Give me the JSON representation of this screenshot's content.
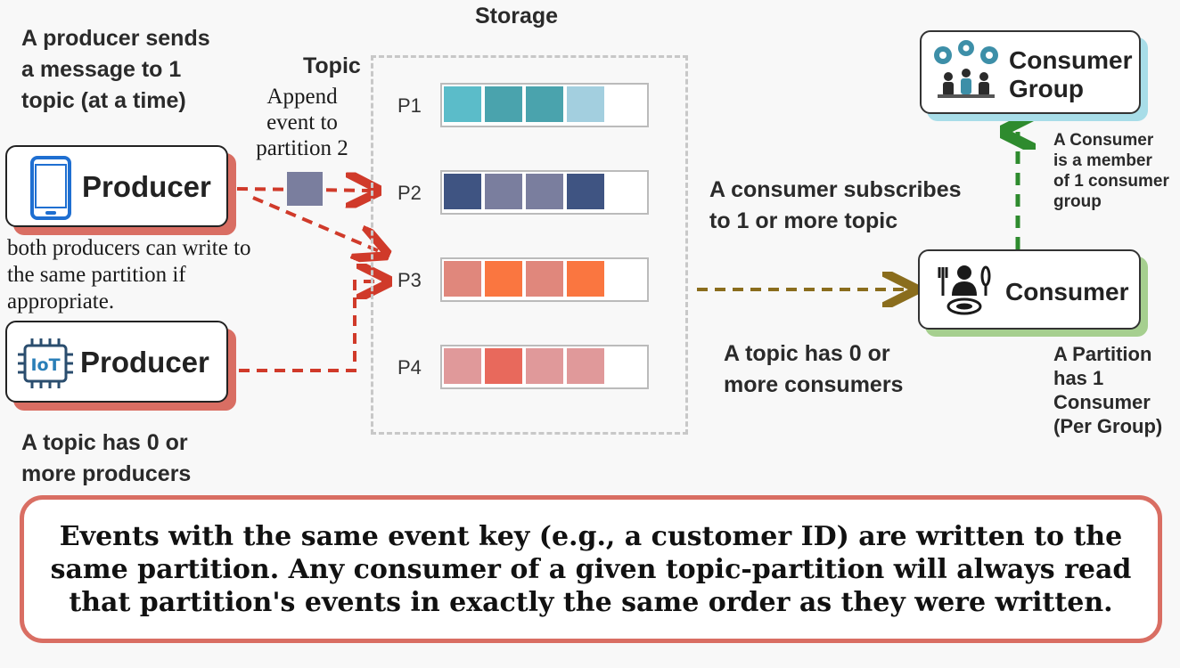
{
  "left": {
    "producer_sends_note": [
      "A producer sends",
      "a message to 1",
      "topic (at a time)"
    ],
    "producers_count_note": [
      "A topic has 0 or",
      "more producers"
    ],
    "write_same_partition_note": [
      "both producers can write to",
      "the same partition if",
      "appropriate."
    ]
  },
  "producers": [
    {
      "label": "Producer",
      "icon": "mobile-phone-icon"
    },
    {
      "label": "Producer",
      "icon": "iot-chip-icon",
      "icon_text": "IoT"
    }
  ],
  "storage": {
    "title": "Storage",
    "topic_label": "Topic",
    "append_note": [
      "Append",
      "event to",
      "partition 2"
    ],
    "partitions": [
      {
        "label": "P1",
        "cells": [
          "#5bbcc9",
          "#4aa3ad",
          "#4aa3ad",
          "#a3cfdf",
          "#ffffff"
        ]
      },
      {
        "label": "P2",
        "cells": [
          "#3f5482",
          "#7a7e9e",
          "#7a7e9e",
          "#3f5482",
          "#ffffff"
        ]
      },
      {
        "label": "P3",
        "cells": [
          "#e0877c",
          "#fa7640",
          "#e0877c",
          "#fa7640",
          "#ffffff"
        ]
      },
      {
        "label": "P4",
        "cells": [
          "#e0999a",
          "#e8695c",
          "#e0999a",
          "#e0999a",
          "#ffffff"
        ]
      }
    ],
    "event_color": "#7a7e9e"
  },
  "middle": {
    "consumer_subscribes_note": [
      "A consumer subscribes",
      "to 1 or more topic"
    ],
    "consumers_count_note": [
      "A topic has 0 or",
      "more consumers"
    ]
  },
  "right": {
    "consumer_group": {
      "label": [
        "Consumer",
        "Group"
      ],
      "icon": "team-gears-icon"
    },
    "member_note": [
      "A Consumer",
      "is a member",
      "of 1 consumer",
      "group"
    ],
    "consumer": {
      "label": "Consumer",
      "icon": "diner-icon"
    },
    "partition_note": [
      "A Partition",
      "has 1",
      "Consumer",
      "(Per Group)"
    ]
  },
  "footer_note": "Events with the same event key (e.g., a customer ID) are written to the same partition. Any consumer of a given topic-partition will always read that partition's events in exactly the same order as they were written.",
  "colors": {
    "producer_arrow": "#d03a2a",
    "consumer_arrow": "#8a6d1d",
    "group_arrow": "#2e8b2e",
    "accent_red": "#d96e63"
  }
}
